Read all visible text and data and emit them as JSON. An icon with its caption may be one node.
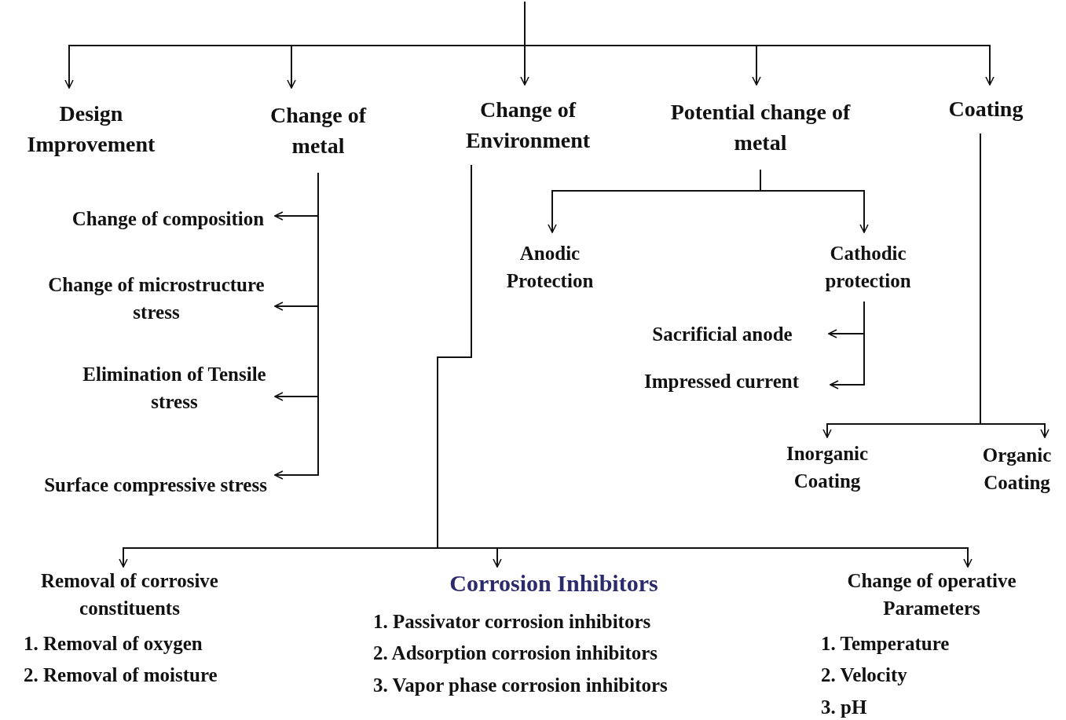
{
  "diagram": {
    "nodes": [
      {
        "text": [
          "Design Improvement"
        ]
      },
      {
        "text": [
          "Change of metal"
        ]
      },
      {
        "text": [
          "Change of Environment"
        ]
      },
      {
        "text": [
          "Potential change of metal"
        ]
      },
      {
        "text": [
          "Coating"
        ]
      },
      {
        "text": [
          "Change of composition"
        ]
      },
      {
        "text": [
          "Change of microstructure stress"
        ]
      },
      {
        "text": [
          "Elimination of Tensile stress"
        ]
      },
      {
        "text": [
          "Surface compressive stress"
        ]
      },
      {
        "text": [
          "Anodic Protection"
        ]
      },
      {
        "text": [
          "Cathodic protection"
        ]
      },
      {
        "text": [
          "Sacrificial anode"
        ]
      },
      {
        "text": [
          "Impressed current"
        ]
      },
      {
        "text": [
          "Inorganic Coating"
        ]
      },
      {
        "text": [
          "Organic Coating"
        ]
      },
      {
        "text": [
          "Removal of corrosive constituents",
          "1. Removal of oxygen",
          "2. Removal of moisture"
        ]
      },
      {
        "text": [
          "Corrosion Inhibitors",
          "1. Passivator corrosion inhibitors",
          "2. Adsorption corrosion inhibitors",
          "3. Vapor phase corrosion inhibitors"
        ]
      },
      {
        "text": [
          "Change of operative Parameters",
          "1. Temperature",
          "2. Velocity",
          "3. pH"
        ]
      }
    ],
    "edges": [
      {
        "from": null,
        "to": 0,
        "arrow": "to"
      },
      {
        "from": null,
        "to": 1,
        "arrow": "to"
      },
      {
        "from": null,
        "to": 2,
        "arrow": "to"
      },
      {
        "from": null,
        "to": 3,
        "arrow": "to"
      },
      {
        "from": null,
        "to": 4,
        "arrow": "to"
      },
      {
        "from": 1,
        "to": 5,
        "arrow": "to"
      },
      {
        "from": 1,
        "to": 6,
        "arrow": "to"
      },
      {
        "from": 1,
        "to": 7,
        "arrow": "to"
      },
      {
        "from": 1,
        "to": 8,
        "arrow": "to"
      },
      {
        "from": 3,
        "to": 9,
        "arrow": "to"
      },
      {
        "from": 3,
        "to": 10,
        "arrow": "to"
      },
      {
        "from": 10,
        "to": 11,
        "arrow": "to"
      },
      {
        "from": 10,
        "to": 12,
        "arrow": "to"
      },
      {
        "from": 4,
        "to": 13,
        "arrow": "to"
      },
      {
        "from": 4,
        "to": 14,
        "arrow": "to"
      },
      {
        "from": 2,
        "to": 15,
        "arrow": "to"
      },
      {
        "from": 2,
        "to": 16,
        "arrow": "to"
      },
      {
        "from": 2,
        "to": 17,
        "arrow": "to"
      }
    ]
  }
}
